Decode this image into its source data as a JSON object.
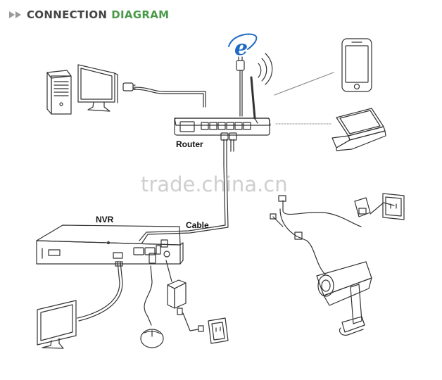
{
  "header": {
    "title_part1": "CONNECTION",
    "title_part2": "DIAGRAM"
  },
  "labels": {
    "router": "Router",
    "nvr": "NVR",
    "cable": "Cable"
  },
  "watermark": "trade.china.cn",
  "icons": [
    "double-chevron-icon",
    "internet-explorer-icon",
    "computer-tower-icon",
    "monitor-icon",
    "smartphone-icon",
    "laptop-icon",
    "router-icon",
    "nvr-icon",
    "ip-camera-icon",
    "mouse-icon",
    "power-adapter-icon",
    "power-outlet-icon",
    "wifi-signal-icon"
  ],
  "colors": {
    "title_dark": "#444444",
    "title_green": "#4a9a4a",
    "line": "#333333",
    "ie_blue": "#1f6ac2",
    "watermark": "#cfcfcf"
  }
}
